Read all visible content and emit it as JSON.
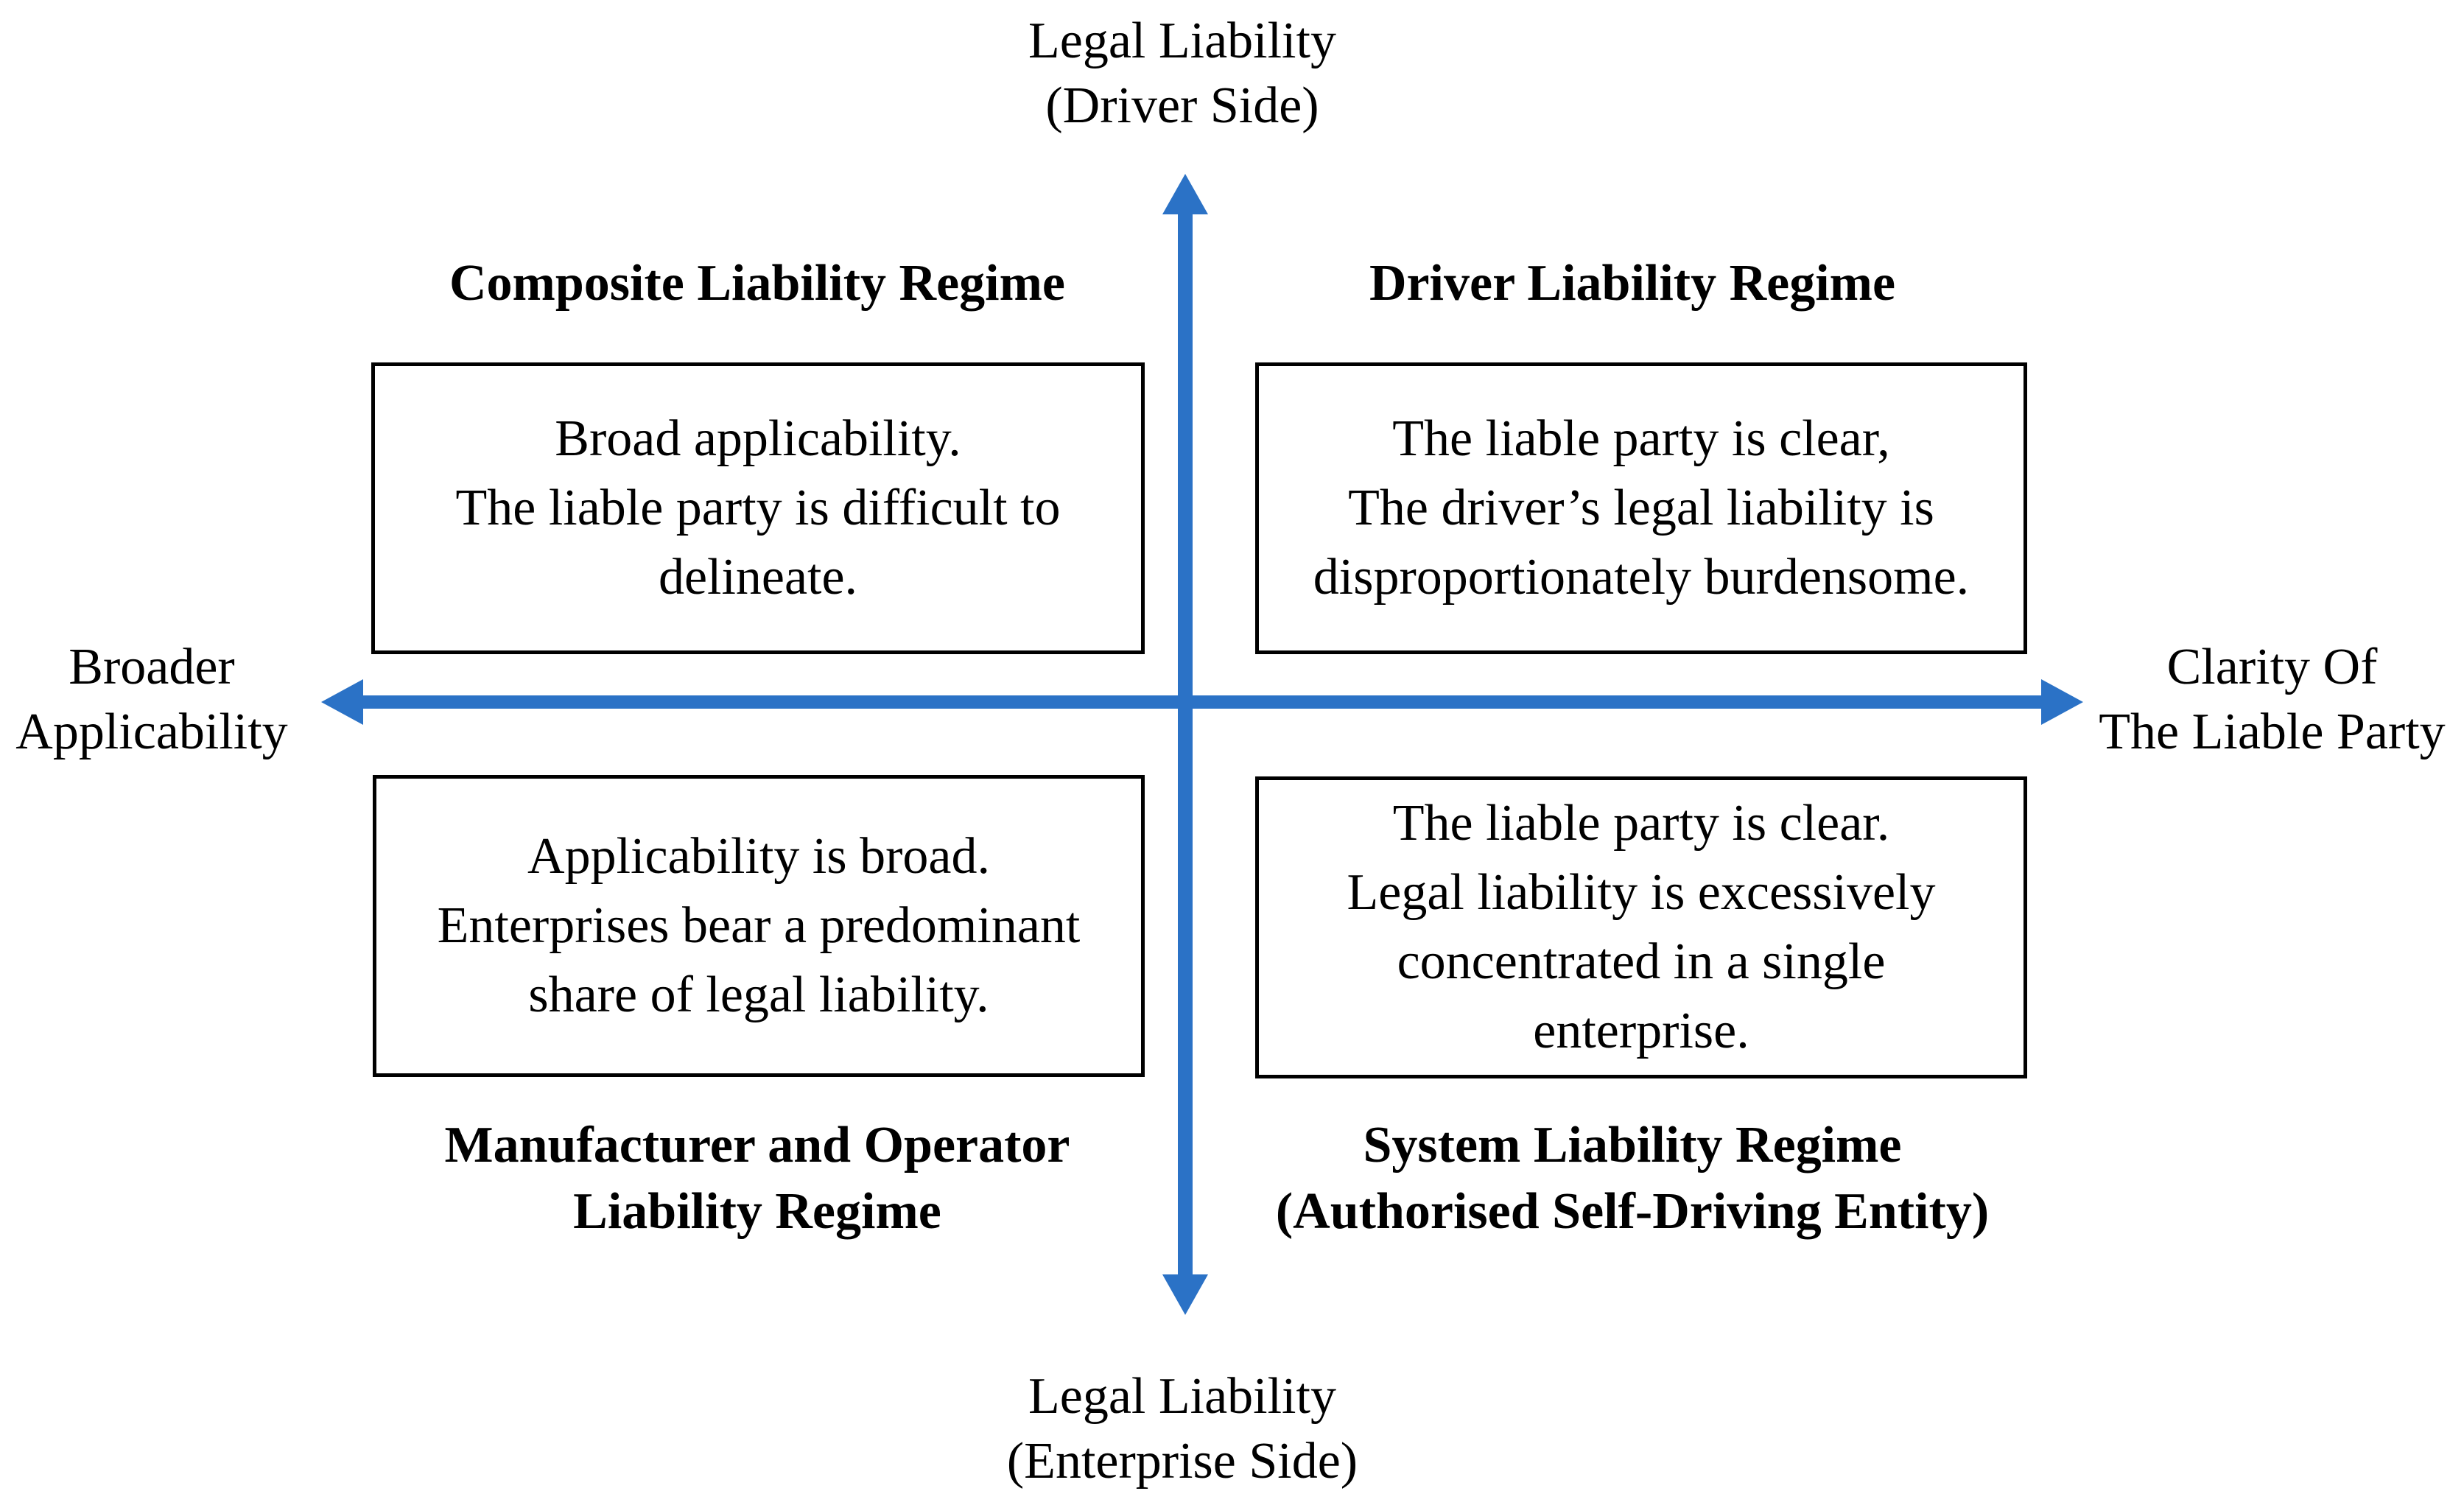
{
  "figure": {
    "background_color": "#ffffff",
    "arrow_color": "#2B72C6",
    "text_color": "#000000",
    "axis": {
      "top": {
        "line1": "Legal Liability",
        "line2": "(Driver Side)"
      },
      "bottom": {
        "line1": "Legal Liability",
        "line2": "(Enterprise Side)"
      },
      "left": {
        "line1": "Broader",
        "line2": "Applicability"
      },
      "right": {
        "line1": "Clarity Of",
        "line2": "The Liable Party"
      }
    },
    "quadrants": {
      "top_left": {
        "title": "Composite Liability Regime",
        "box": [
          "Broad applicability.",
          "The liable party is difficult to",
          "delineate."
        ]
      },
      "top_right": {
        "title": "Driver Liability Regime",
        "box": [
          "The liable party is clear,",
          "The driver’s legal liability is",
          "disproportionately burdensome."
        ]
      },
      "bottom_left": {
        "title_line1": "Manufacturer and Operator",
        "title_line2": "Liability Regime",
        "box": [
          "Applicability is broad.",
          "Enterprises bear a predominant",
          "share of legal liability."
        ]
      },
      "bottom_right": {
        "title_line1": "System Liability Regime",
        "title_line2": "(Authorised Self-Driving Entity)",
        "box": [
          "The liable party is clear.",
          "Legal liability is excessively",
          "concentrated in a single",
          "enterprise."
        ]
      }
    }
  }
}
